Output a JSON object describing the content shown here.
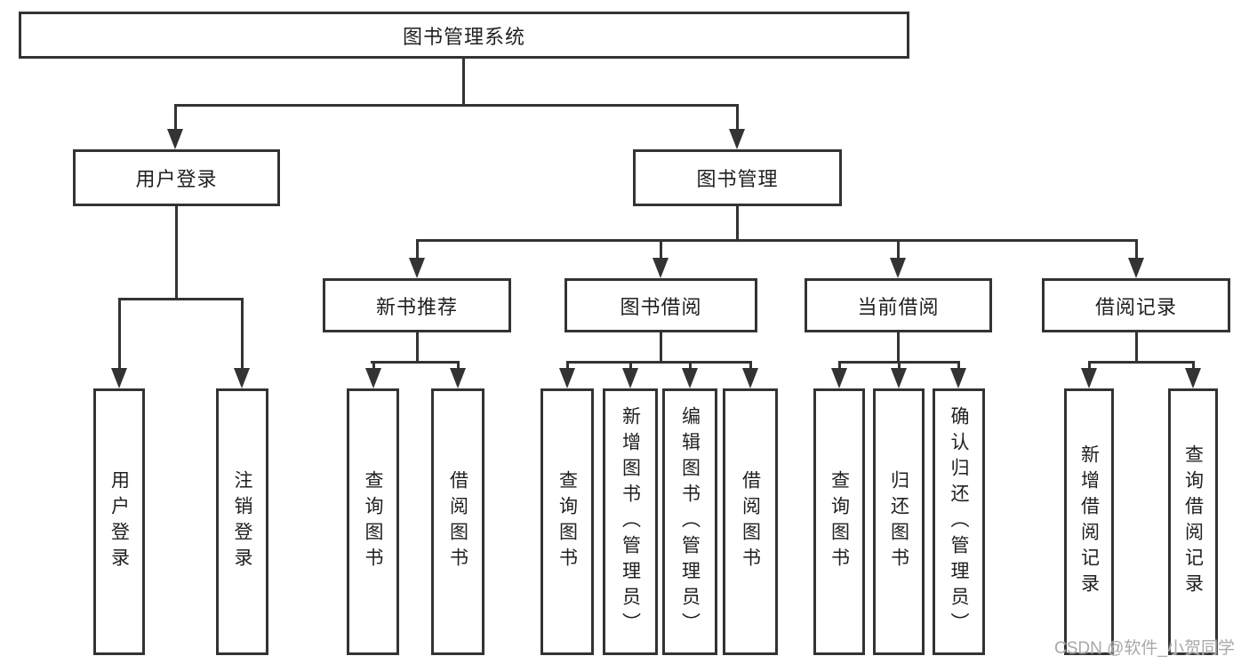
{
  "diagram": {
    "type": "tree",
    "root": "图书管理系统",
    "branches": [
      {
        "label": "用户登录",
        "children": [
          {
            "label": "用户登录"
          },
          {
            "label": "注销登录"
          }
        ]
      },
      {
        "label": "图书管理",
        "children": [
          {
            "label": "新书推荐",
            "children": [
              {
                "label": "查询图书"
              },
              {
                "label": "借阅图书"
              }
            ]
          },
          {
            "label": "图书借阅",
            "children": [
              {
                "label": "查询图书"
              },
              {
                "label": "新增图书（管理员）"
              },
              {
                "label": "编辑图书（管理员）"
              },
              {
                "label": "借阅图书"
              }
            ]
          },
          {
            "label": "当前借阅",
            "children": [
              {
                "label": "查询图书"
              },
              {
                "label": "归还图书"
              },
              {
                "label": "确认归还（管理员）"
              }
            ]
          },
          {
            "label": "借阅记录",
            "children": [
              {
                "label": "新增借阅记录"
              },
              {
                "label": "查询借阅记录"
              }
            ]
          }
        ]
      }
    ]
  },
  "watermark": {
    "text": "CSDN @软件_小贺同学"
  },
  "colors": {
    "line": "#333333",
    "text": "#1f1f1f",
    "watermark": "#a9a9a9",
    "background": "#ffffff"
  }
}
